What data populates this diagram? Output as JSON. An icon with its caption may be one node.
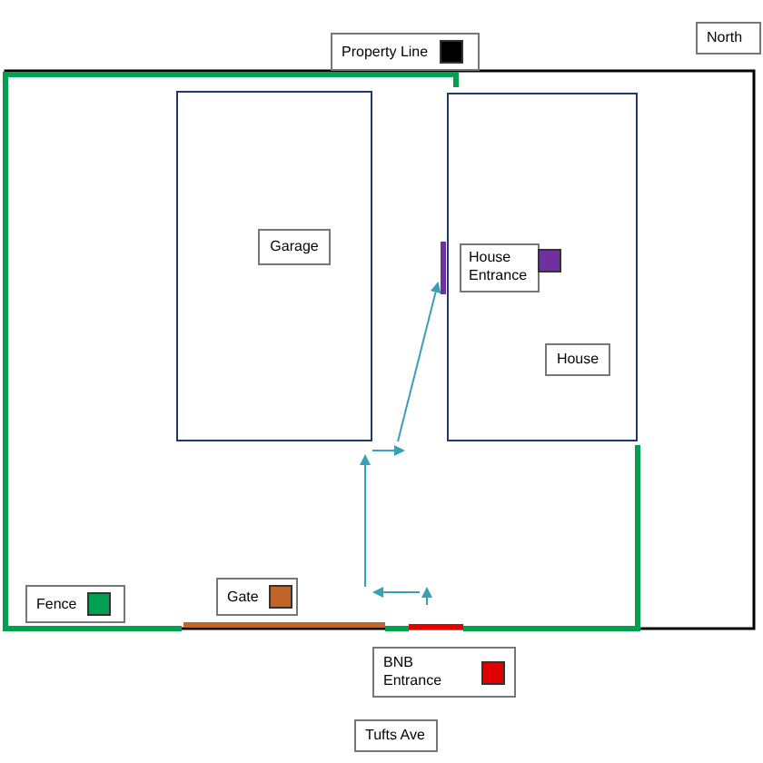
{
  "diagram": {
    "nodes": [
      {
        "text": [
          "Garage"
        ]
      },
      {
        "text": [
          "House"
        ]
      }
    ],
    "labels": [
      "North",
      "Tufts Ave"
    ],
    "legend": [
      {
        "text": "Property Line",
        "color": "#000000"
      },
      {
        "text": "House Entrance",
        "color": "#7030a0"
      },
      {
        "text": "Fence",
        "color": "#00a050"
      },
      {
        "text": "Gate",
        "color": "#c0642a"
      },
      {
        "text": "BNB Entrance",
        "color": "#e00000"
      }
    ]
  }
}
